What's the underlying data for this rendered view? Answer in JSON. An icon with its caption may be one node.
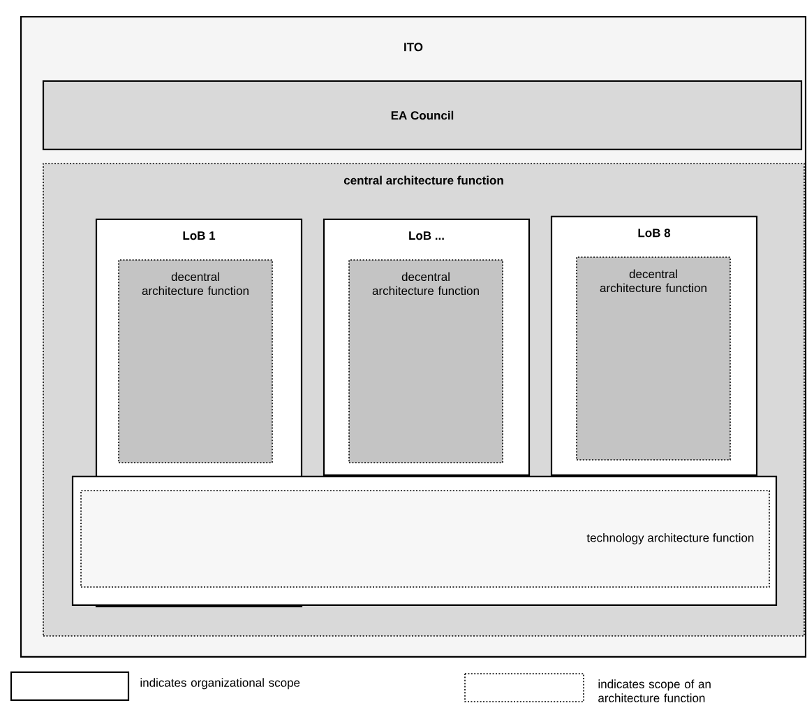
{
  "diagram": {
    "nodes": [
      {
        "text": [
          "ITO"
        ]
      },
      {
        "text": [
          "EA Council"
        ],
        "in": 0
      },
      {
        "text": [
          "central architecture function"
        ],
        "in": 0
      },
      {
        "text": [
          "LoB 1"
        ],
        "in": 2
      },
      {
        "text": [
          "decentral architecture function"
        ],
        "in": 3
      },
      {
        "text": [
          "LoB ..."
        ],
        "in": 2
      },
      {
        "text": [
          "decentral architecture function"
        ],
        "in": 5
      },
      {
        "text": [
          "LoB 8"
        ],
        "in": 2
      },
      {
        "text": [
          "decentral architecture function"
        ],
        "in": 7
      },
      {
        "text": [],
        "shape": "box",
        "in": 2
      },
      {
        "text": [
          "technology architecture function"
        ],
        "in": 9
      }
    ],
    "legend": [
      {
        "text": "indicates organizational scope"
      },
      {
        "text": "indicates scope of an architecture function"
      }
    ]
  }
}
